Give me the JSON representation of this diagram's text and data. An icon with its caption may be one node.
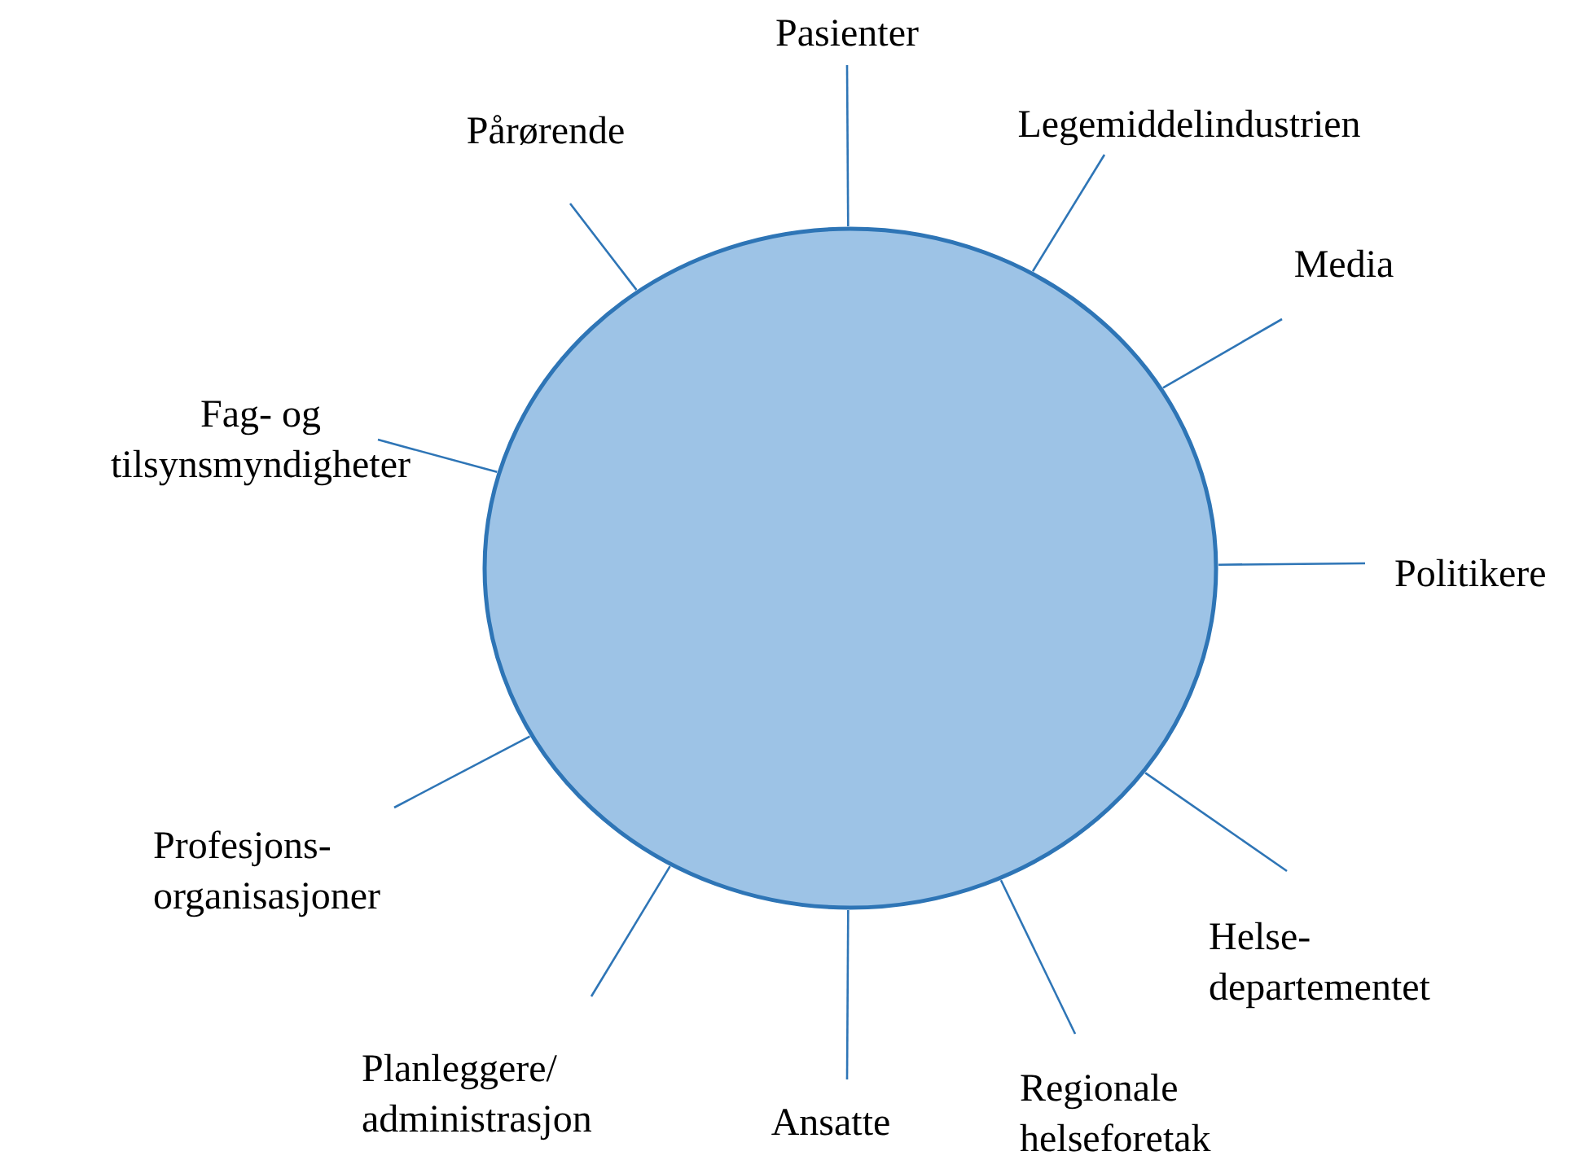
{
  "diagram": {
    "nodes": [
      {
        "text": [],
        "shape": "circle"
      },
      {
        "text": [
          "Pasienter"
        ]
      },
      {
        "text": [
          "Pårørende"
        ]
      },
      {
        "text": [
          "Legemiddelindustrien"
        ]
      },
      {
        "text": [
          "Media"
        ]
      },
      {
        "text": [
          "Fag- og tilsynsmyndigheter"
        ]
      },
      {
        "text": [
          "Politikere"
        ]
      },
      {
        "text": [
          "Profesjons- organisasjoner"
        ]
      },
      {
        "text": [
          "Helse- departementet"
        ]
      },
      {
        "text": [
          "Planleggere/ administrasjon"
        ]
      },
      {
        "text": [
          "Regionale helseforetak"
        ]
      },
      {
        "text": [
          "Ansatte"
        ]
      }
    ],
    "edges": [
      {
        "from": 1,
        "to": 0,
        "arrow": "none"
      },
      {
        "from": 2,
        "to": 0,
        "arrow": "none"
      },
      {
        "from": 3,
        "to": 0,
        "arrow": "none"
      },
      {
        "from": 4,
        "to": 0,
        "arrow": "none"
      },
      {
        "from": 5,
        "to": 0,
        "arrow": "none"
      },
      {
        "from": 6,
        "to": 0,
        "arrow": "none"
      },
      {
        "from": 7,
        "to": 0,
        "arrow": "none"
      },
      {
        "from": 8,
        "to": 0,
        "arrow": "none"
      },
      {
        "from": 9,
        "to": 0,
        "arrow": "none"
      },
      {
        "from": 10,
        "to": 0,
        "arrow": "none"
      },
      {
        "from": 11,
        "to": 0,
        "arrow": "none"
      }
    ]
  }
}
